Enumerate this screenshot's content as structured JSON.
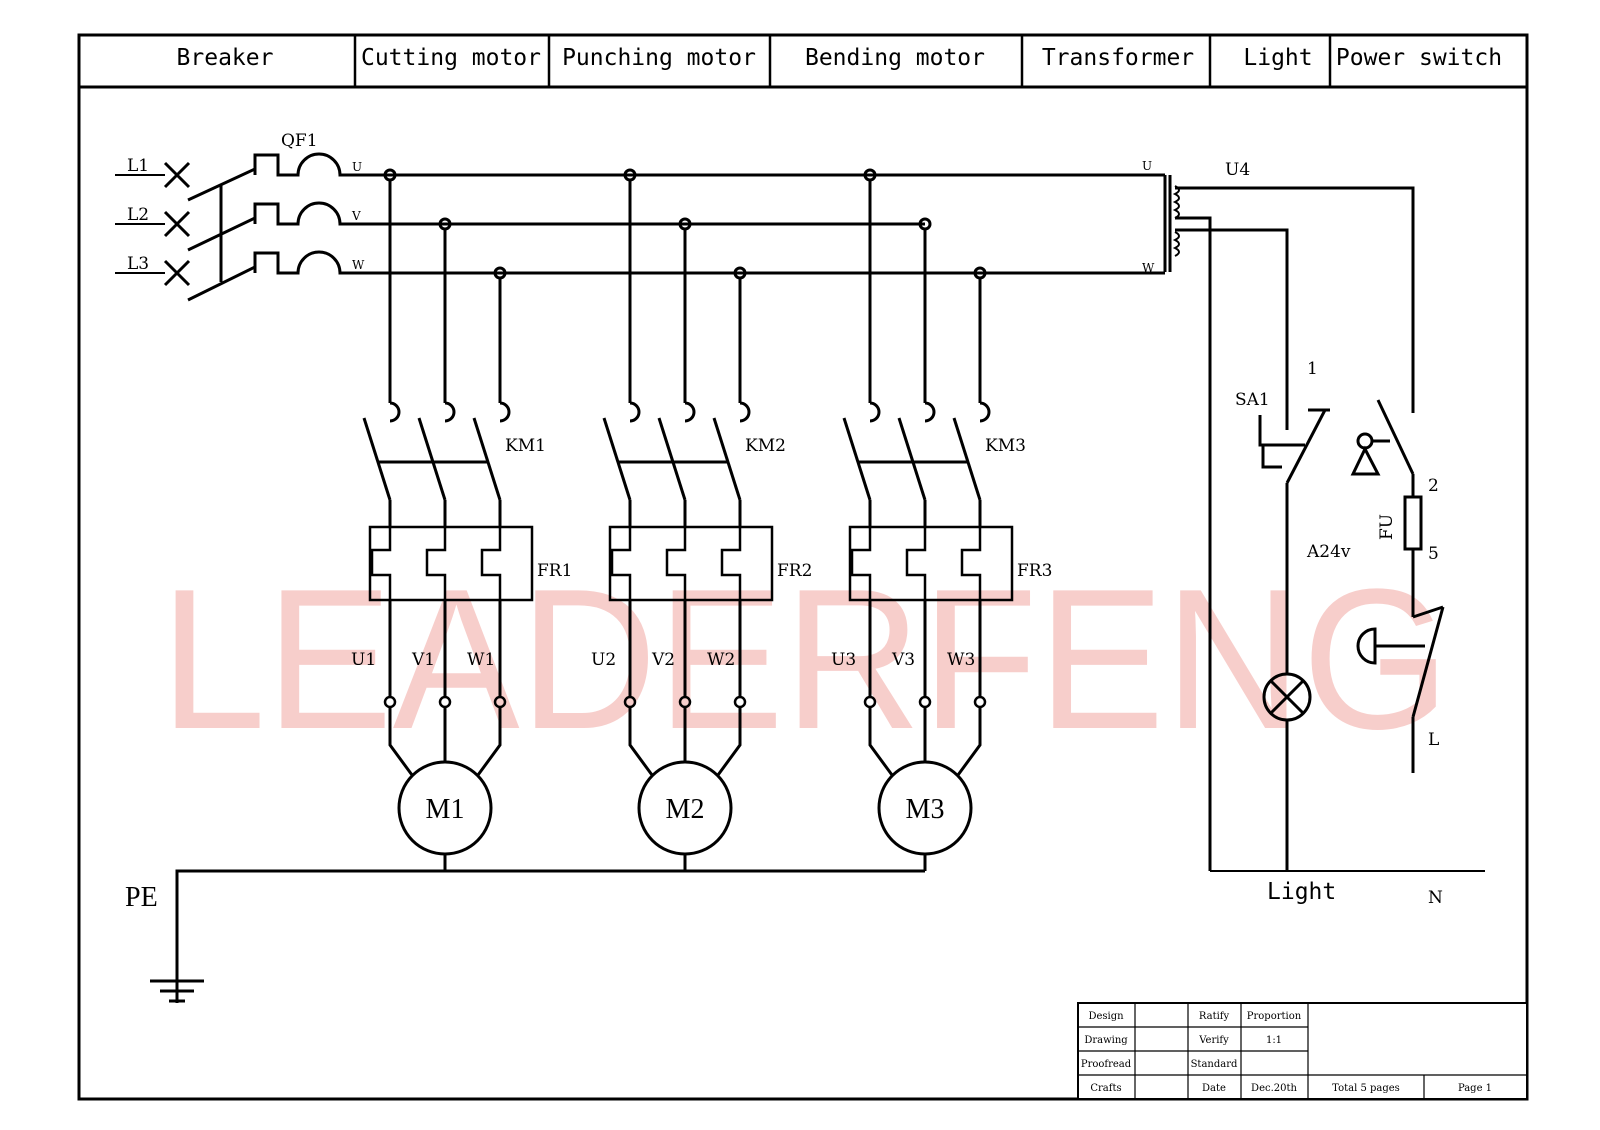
{
  "header": {
    "cells": [
      "Breaker",
      "Cutting motor",
      "Punching motor",
      "Bending motor",
      "Transformer",
      "Light",
      "Power switch"
    ]
  },
  "watermark": "LEADERFENG",
  "labels": {
    "lines": [
      "L1",
      "L2",
      "L3"
    ],
    "breaker": "QF1",
    "phases": [
      "U",
      "V",
      "W"
    ],
    "transformer_u": "U",
    "transformer_w": "W",
    "transformer": "U4",
    "contactors": [
      "KM1",
      "KM2",
      "KM3"
    ],
    "relays": [
      "FR1",
      "FR2",
      "FR3"
    ],
    "terminals": [
      [
        "U1",
        "V1",
        "W1"
      ],
      [
        "U2",
        "V2",
        "W2"
      ],
      [
        "U3",
        "V3",
        "W3"
      ]
    ],
    "motors": [
      "M1",
      "M2",
      "M3"
    ],
    "pe": "PE",
    "switch": "SA1",
    "switch_num": "1",
    "lamp_voltage": "A24v",
    "fuse": "FU",
    "num_2": "2",
    "num_5": "5",
    "l": "L",
    "light": "Light",
    "n": "N"
  },
  "title_block": {
    "design": "Design",
    "ratify": "Ratify",
    "proportion": "Proportion",
    "drawing": "Drawing",
    "verify": "Verify",
    "scale": "1:1",
    "proofread": "Proofread",
    "standard": "Standard",
    "crafts": "Crafts",
    "date_label": "Date",
    "date": "Dec.20th",
    "total": "Total 5 pages",
    "page": "Page 1"
  },
  "colors": {
    "line": "#000000",
    "watermark": "#f2a7a2",
    "background": "#ffffff"
  }
}
